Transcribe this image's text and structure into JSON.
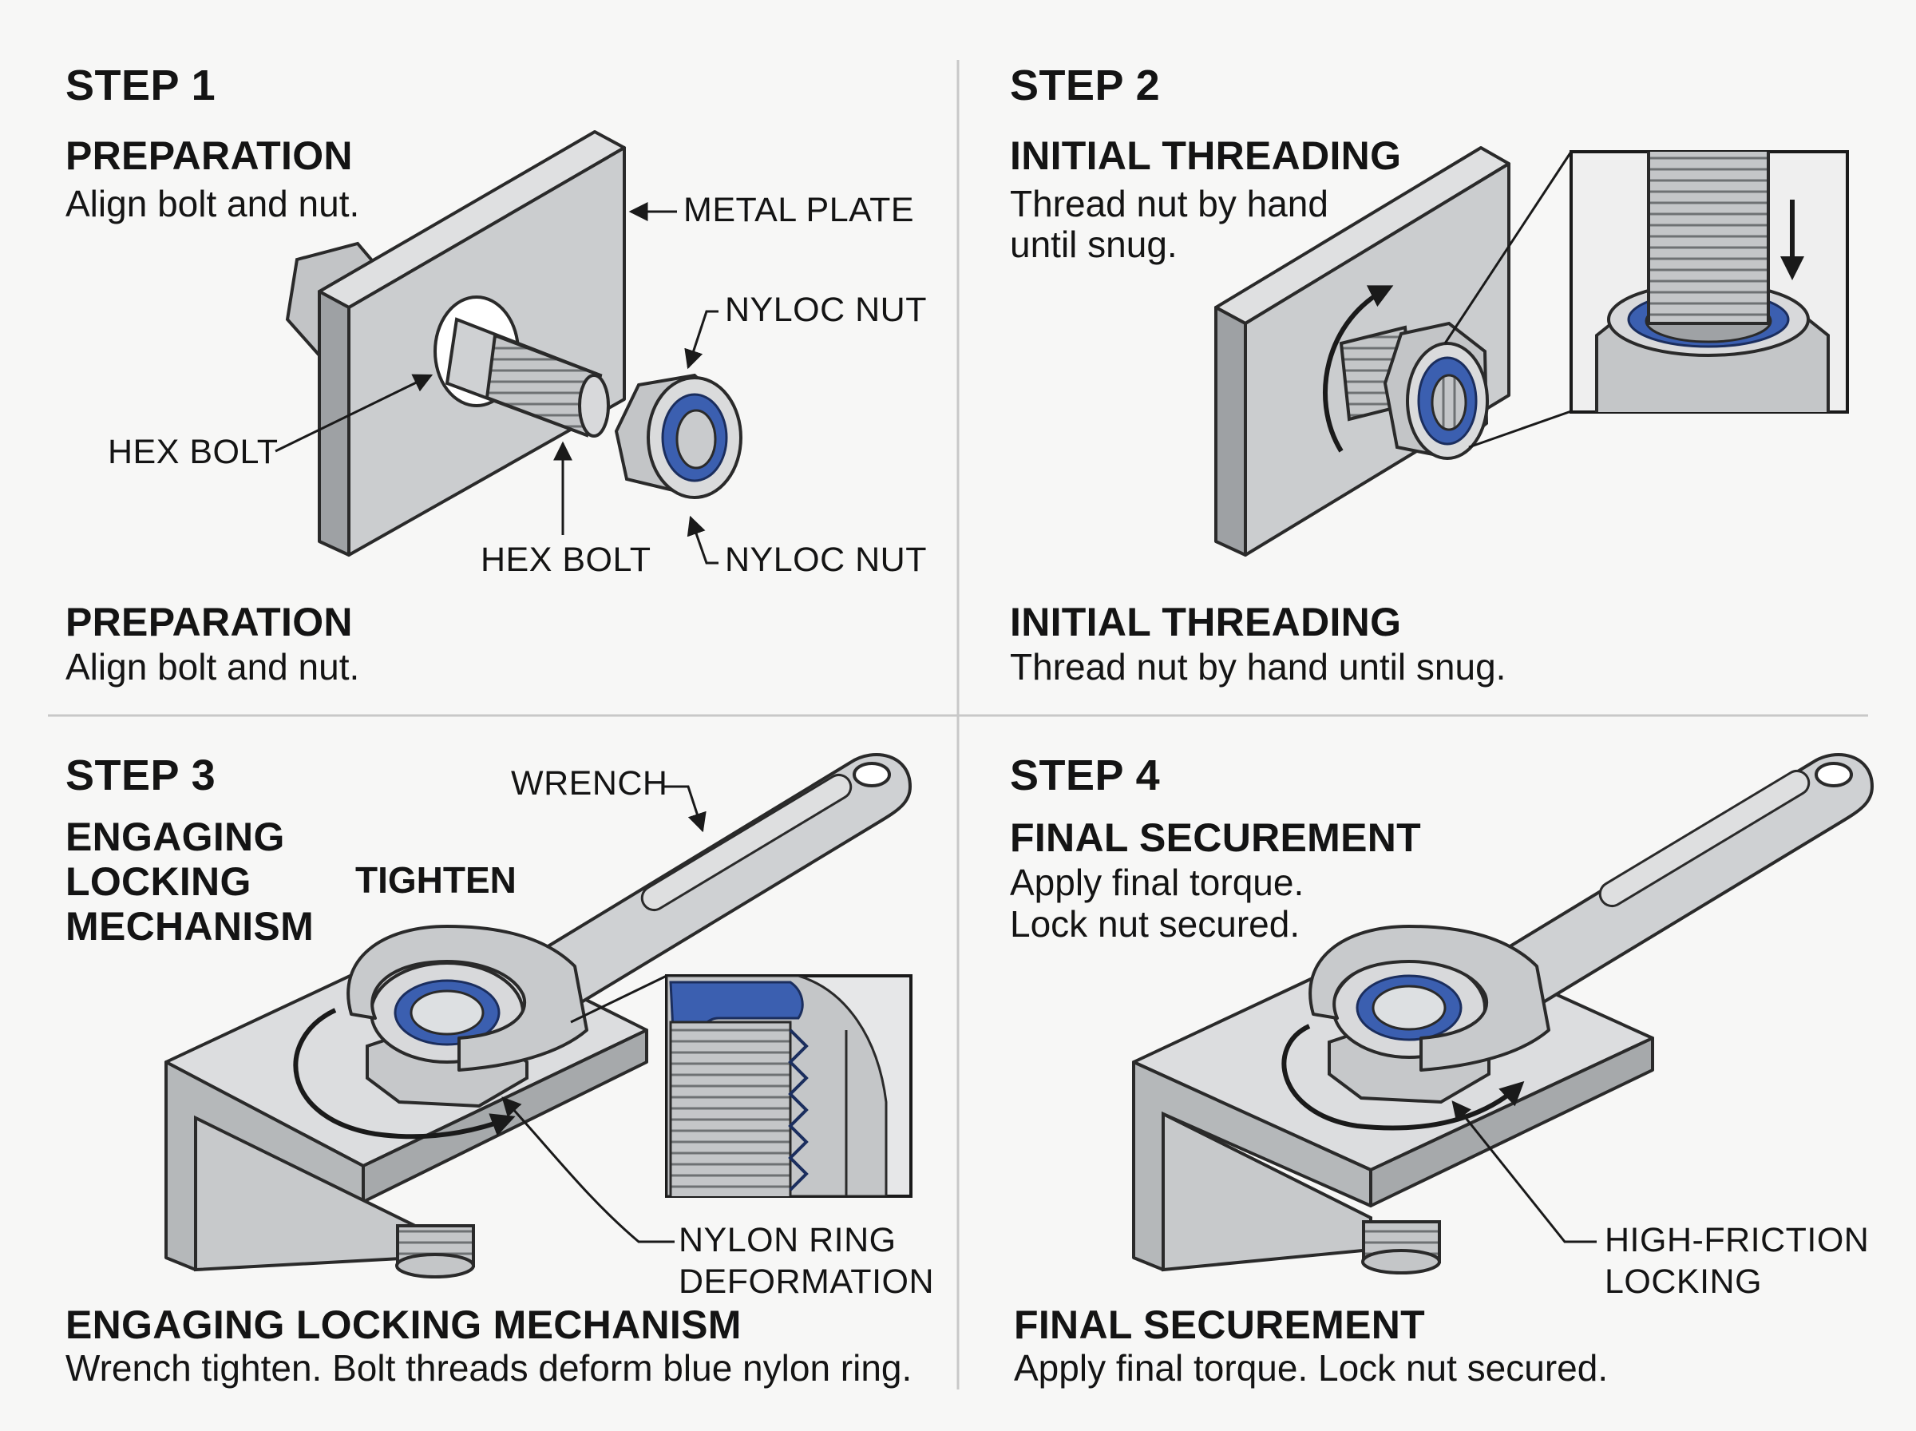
{
  "steps": [
    {
      "step": "STEP 1",
      "title": "PREPARATION",
      "desc": "Align bolt and nut.",
      "caption_title": "PREPARATION",
      "caption_desc": "Align bolt and nut.",
      "callouts": {
        "metal_plate": "METAL PLATE",
        "nyloc_nut_top": "NYLOC NUT",
        "hex_bolt_left": "HEX BOLT",
        "hex_bolt_bottom": "HEX BOLT",
        "nyloc_nut_bottom": "NYLOC NUT"
      }
    },
    {
      "step": "STEP 2",
      "title": "INITIAL THREADING",
      "desc_lines": [
        "Thread nut by hand",
        "until snug."
      ],
      "caption_title": "INITIAL THREADING",
      "caption_desc": "Thread nut by hand until snug."
    },
    {
      "step": "STEP 3",
      "title_lines": [
        "ENGAGING",
        "LOCKING",
        "MECHANISM"
      ],
      "tighten": "TIGHTEN",
      "caption_title": "ENGAGING LOCKING MECHANISM",
      "caption_desc": "Wrench tighten. Bolt threads deform blue nylon ring.",
      "callouts": {
        "wrench": "WRENCH",
        "nylon_ring": [
          "NYLON RING",
          "DEFORMATION"
        ]
      }
    },
    {
      "step": "STEP 4",
      "title": "FINAL SECUREMENT",
      "desc_lines": [
        "Apply final torque.",
        "Lock nut secured."
      ],
      "caption_title": "FINAL SECUREMENT",
      "caption_desc": "Apply final torque. Lock nut secured.",
      "callouts": {
        "high_friction": [
          "HIGH-FRICTION",
          "LOCKING"
        ]
      }
    }
  ],
  "colors": {
    "background": "#f7f7f6",
    "metal": "#c9cbcd",
    "outline": "#2a2a2a",
    "nylon_blue": "#3b5fb0",
    "divider": "#c8c8c8"
  }
}
